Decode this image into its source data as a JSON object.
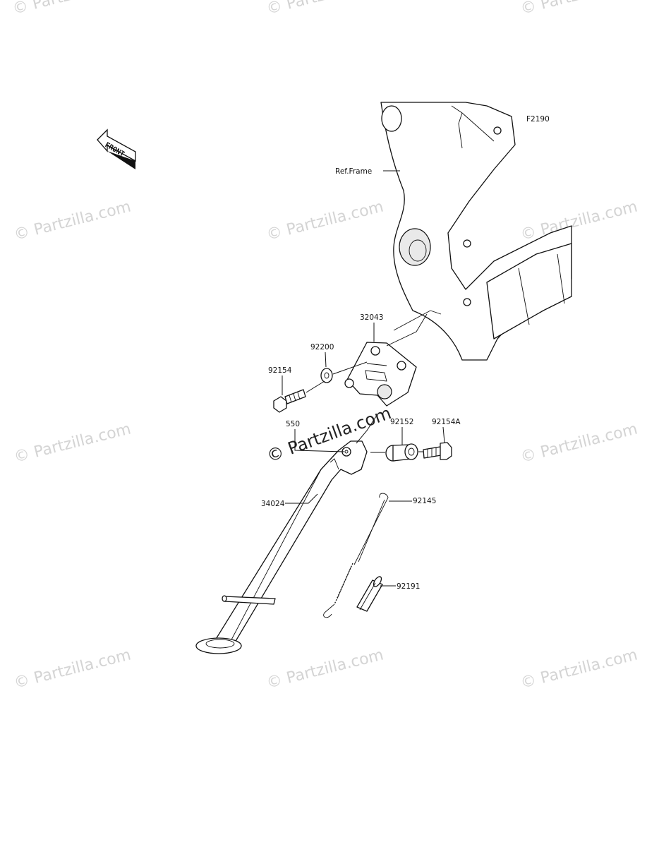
{
  "diagram": {
    "code": "F2190",
    "front_label": "FRONT",
    "ref_label": "Ref.Frame",
    "watermark": "© Partzilla.com",
    "callouts": [
      {
        "id": "32043",
        "label": "32043"
      },
      {
        "id": "92200",
        "label": "92200"
      },
      {
        "id": "92154",
        "label": "92154"
      },
      {
        "id": "550",
        "label": "550"
      },
      {
        "id": "92152",
        "label": "92152"
      },
      {
        "id": "92154A",
        "label": "92154A"
      },
      {
        "id": "34024",
        "label": "34024"
      },
      {
        "id": "92145",
        "label": "92145"
      },
      {
        "id": "92191",
        "label": "92191"
      }
    ]
  }
}
